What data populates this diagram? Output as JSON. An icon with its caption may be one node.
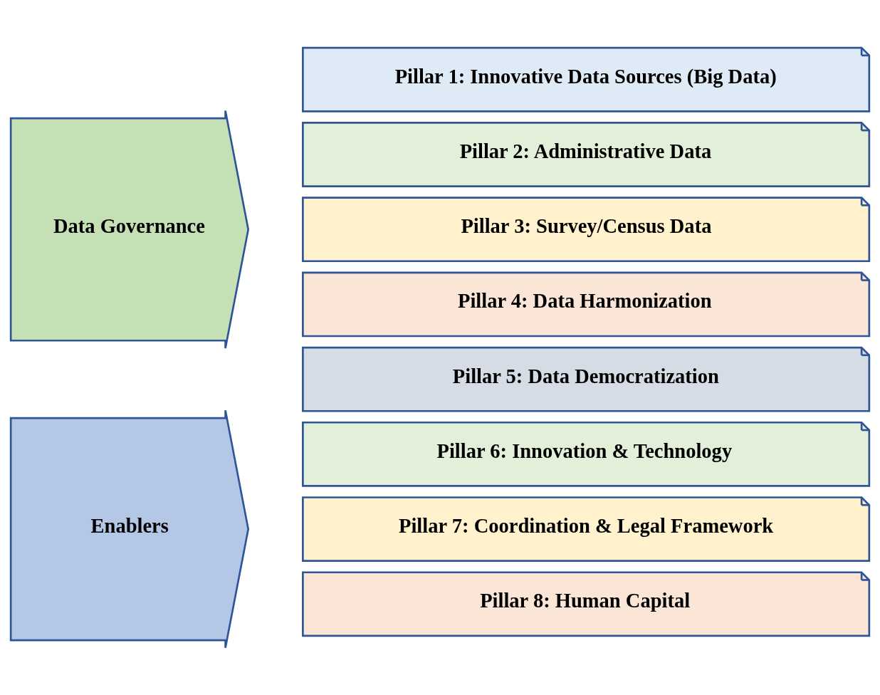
{
  "diagram": {
    "nodes": [
      {
        "text": [
          "Data Governance"
        ]
      },
      {
        "text": [
          "Pillar 1: Innovative Data Sources (Big Data)"
        ]
      },
      {
        "text": [
          "Pillar 2: Administrative Data"
        ]
      },
      {
        "text": [
          "Pillar 3: Survey/Census Data"
        ]
      },
      {
        "text": [
          "Pillar 4: Data Harmonization"
        ]
      },
      {
        "text": [
          "Pillar 5: Data Democratization"
        ]
      },
      {
        "text": [
          "Enablers"
        ]
      },
      {
        "text": [
          "Pillar 6: Innovation & Technology"
        ]
      },
      {
        "text": [
          "Pillar 7: Coordination & Legal Framework"
        ]
      },
      {
        "text": [
          "Pillar 8: Human Capital"
        ]
      }
    ]
  }
}
